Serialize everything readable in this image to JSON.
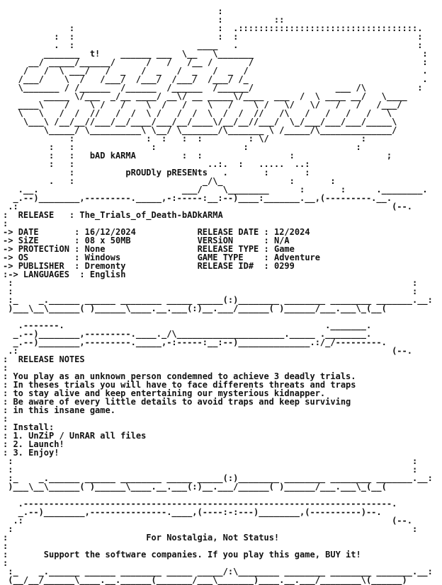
{
  "header": {
    "group": "bAD kARMA",
    "tagline": "pROUDly pRESENts"
  },
  "release": {
    "heading": "RELEASE",
    "name": "The_Trials_of_Death-bADkARMA",
    "fields": [
      {
        "label": "DATE",
        "value": "16/12/2024",
        "label2": "RELEASE DATE",
        "value2": "12/2024"
      },
      {
        "label": "SiZE",
        "value": "08 x 50MB",
        "label2": "VERSiON",
        "value2": "N/A"
      },
      {
        "label": "PROTECTiON",
        "value": "None",
        "label2": "RELEASE TYPE",
        "value2": "Game"
      },
      {
        "label": "OS",
        "value": "Windows",
        "label2": "GAME TYPE",
        "value2": "Adventure"
      },
      {
        "label": "PUBLISHER",
        "value": "Dremonty",
        "label2": "RELEASE ID#",
        "value2": "0299"
      },
      {
        "label": "LANGUAGES",
        "value": "English"
      }
    ]
  },
  "notes": {
    "heading": "RELEASE NOTES",
    "paragraph": [
      "You play as an unknown person condemned to achieve 3 deadly trials.",
      "In theses trials you will have to face differents threats and traps",
      "to stay alive and keep entertaining our mysterious kidnapper.",
      "Be aware of every little details to avoid traps and keep surviving",
      "in this insane game."
    ],
    "install_heading": "Install:",
    "install_steps": [
      "1. UnZiP / UnRAR all files",
      "2. Launch!",
      "3. Enjoy!"
    ]
  },
  "footer": {
    "motto": "For Nostalgia, Not Status!",
    "support": "Support the software companies. If you play this game, BUY it!"
  }
}
